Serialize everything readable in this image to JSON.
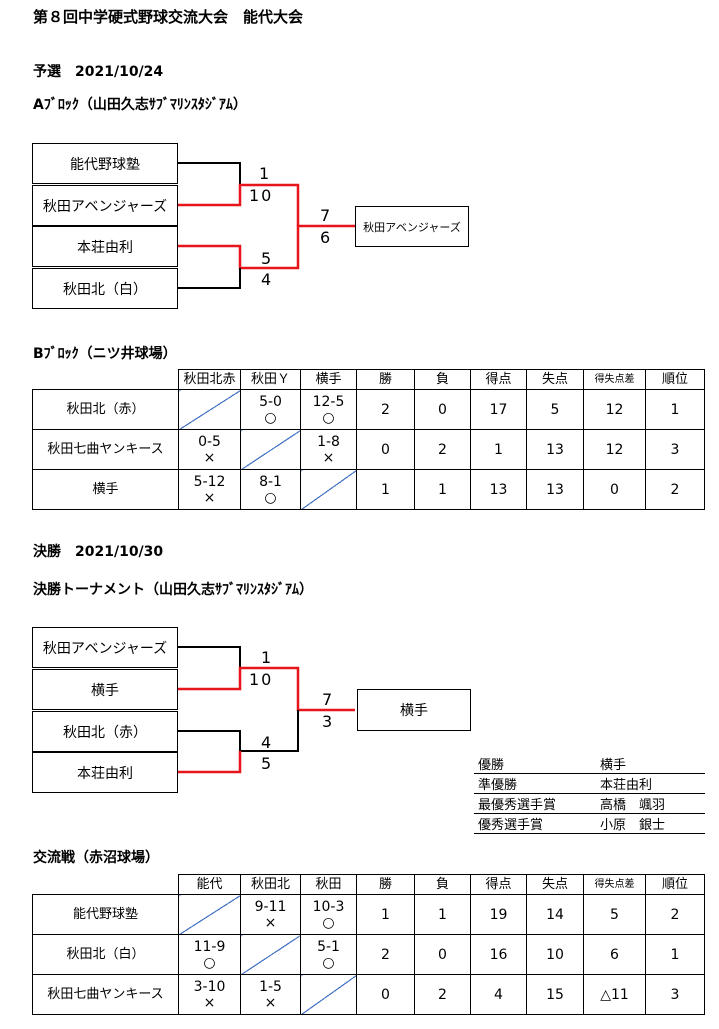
{
  "title": "第８回中学硬式野球交流大会　能代大会",
  "prelim": {
    "heading": "予選　2021/10/24",
    "block_a": {
      "heading": "Aﾌﾞﾛｯｸ（山田久志ｻﾌﾞﾏﾘﾝｽﾀｼﾞｱﾑ）",
      "teams": [
        "能代野球塾",
        "秋田アベンジャーズ",
        "本荘由利",
        "秋田北（白）"
      ],
      "semi1": {
        "top": "1",
        "bottom": "10"
      },
      "semi2": {
        "top": "5",
        "bottom": "4"
      },
      "final": {
        "top": "7",
        "bottom": "6"
      },
      "winner": "秋田アベンジャーズ"
    },
    "block_b": {
      "heading": "Bﾌﾞﾛｯｸ（ニツ井球場）",
      "headers": [
        "秋田北赤",
        "秋田Ｙ",
        "横手",
        "勝",
        "負",
        "得点",
        "失点",
        "得失点差",
        "順位"
      ],
      "rows": [
        {
          "team": "秋田北（赤）",
          "r1": [
            "",
            ""
          ],
          "r2": [
            "5-0",
            "○"
          ],
          "r3": [
            "12-5",
            "○"
          ],
          "w": "2",
          "l": "0",
          "rs": "17",
          "ra": "5",
          "diff": "12",
          "rank": "1"
        },
        {
          "team": "秋田七曲ヤンキース",
          "r1": [
            "0-5",
            "×"
          ],
          "r2": [
            "",
            ""
          ],
          "r3": [
            "1-8",
            "×"
          ],
          "w": "0",
          "l": "2",
          "rs": "1",
          "ra": "13",
          "diff": "12",
          "rank": "3"
        },
        {
          "team": "横手",
          "r1": [
            "5-12",
            "×"
          ],
          "r2": [
            "8-1",
            "○"
          ],
          "r3": [
            "",
            ""
          ],
          "w": "1",
          "l": "1",
          "rs": "13",
          "ra": "13",
          "diff": "0",
          "rank": "2"
        }
      ]
    }
  },
  "finals": {
    "heading": "決勝　2021/10/30",
    "sub": "決勝トーナメント（山田久志ｻﾌﾞﾏﾘﾝｽﾀｼﾞｱﾑ）",
    "teams": [
      "秋田アベンジャーズ",
      "横手",
      "秋田北（赤）",
      "本荘由利"
    ],
    "semi1": {
      "top": "1",
      "bottom": "10"
    },
    "semi2": {
      "top": "4",
      "bottom": "5"
    },
    "final": {
      "top": "7",
      "bottom": "3"
    },
    "winner": "横手"
  },
  "awards": [
    {
      "label": "優勝",
      "value": "横手"
    },
    {
      "label": "準優勝",
      "value": "本荘由利"
    },
    {
      "label": "最優秀選手賞",
      "value": "高橋　颯羽"
    },
    {
      "label": "優秀選手賞",
      "value": "小原　銀士"
    }
  ],
  "exchange": {
    "heading": "交流戦（赤沼球場）",
    "headers": [
      "能代",
      "秋田北",
      "秋田",
      "勝",
      "負",
      "得点",
      "失点",
      "得失点差",
      "順位"
    ],
    "rows": [
      {
        "team": "能代野球塾",
        "r1": [
          "",
          ""
        ],
        "r2": [
          "9-11",
          "×"
        ],
        "r3": [
          "10-3",
          "○"
        ],
        "w": "1",
        "l": "1",
        "rs": "19",
        "ra": "14",
        "diff": "5",
        "rank": "2"
      },
      {
        "team": "秋田北（白）",
        "r1": [
          "11-9",
          "○"
        ],
        "r2": [
          "",
          ""
        ],
        "r3": [
          "5-1",
          "○"
        ],
        "w": "2",
        "l": "0",
        "rs": "16",
        "ra": "10",
        "diff": "6",
        "rank": "1"
      },
      {
        "team": "秋田七曲ヤンキース",
        "r1": [
          "3-10",
          "×"
        ],
        "r2": [
          "1-5",
          "×"
        ],
        "r3": [
          "",
          ""
        ],
        "w": "0",
        "l": "2",
        "rs": "4",
        "ra": "15",
        "diff": "△11",
        "rank": "3"
      }
    ]
  },
  "colors": {
    "win_line": "#e8141c",
    "lose_line": "#000000",
    "diagonal": "#4472c4"
  }
}
